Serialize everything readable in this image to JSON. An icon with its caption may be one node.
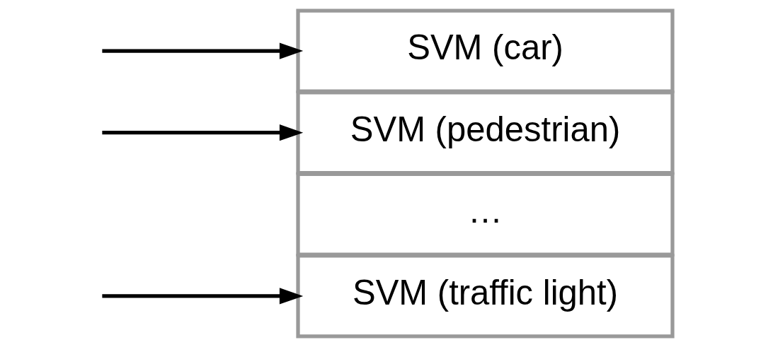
{
  "diagram": {
    "nodes": [
      {
        "text": [
          "SVM (car)"
        ]
      },
      {
        "text": [
          "SVM (pedestrian)"
        ]
      },
      {
        "text": [
          "…"
        ]
      },
      {
        "text": [
          "SVM (traffic light)"
        ]
      }
    ],
    "edges": [
      {
        "from": null,
        "to": 0,
        "arrow": "to"
      },
      {
        "from": null,
        "to": 1,
        "arrow": "to"
      },
      {
        "from": null,
        "to": 3,
        "arrow": "to"
      }
    ]
  }
}
